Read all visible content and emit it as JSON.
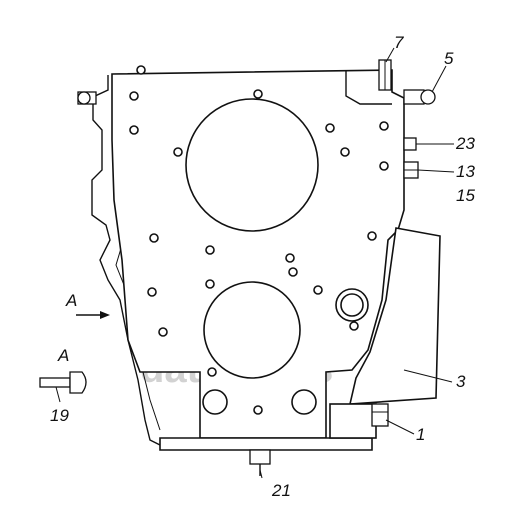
{
  "diagram": {
    "callouts": {
      "c7": "7",
      "c5": "5",
      "c23": "23",
      "c13": "13",
      "c15": "15",
      "c3": "3",
      "c1": "1",
      "c21": "21",
      "c19": "19",
      "view_a_arrow": "A",
      "view_a_detail": "A"
    },
    "watermark": {
      "text": "data-parts"
    }
  }
}
